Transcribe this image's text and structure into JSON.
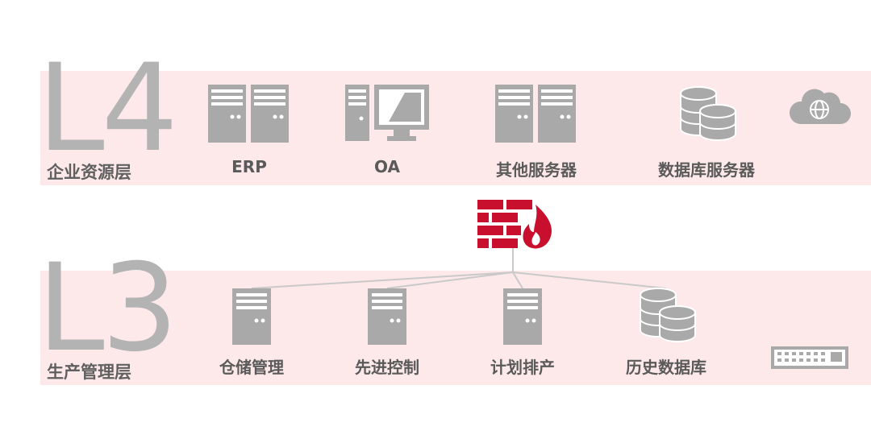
{
  "layers": [
    {
      "code": "L4",
      "name": "企业资源层",
      "nodes": [
        {
          "label": "ERP",
          "icon": "dual-server-icon"
        },
        {
          "label": "OA",
          "icon": "workstation-icon"
        },
        {
          "label": "其他服务器",
          "icon": "dual-server-icon"
        },
        {
          "label": "数据库服务器",
          "icon": "database-icon"
        },
        {
          "label": "",
          "icon": "cloud-globe-icon"
        }
      ]
    },
    {
      "code": "L3",
      "name": "生产管理层",
      "nodes": [
        {
          "label": "仓储管理",
          "icon": "server-tower-icon"
        },
        {
          "label": "先进控制",
          "icon": "server-tower-icon"
        },
        {
          "label": "计划排产",
          "icon": "server-tower-icon"
        },
        {
          "label": "历史数据库",
          "icon": "database-icon"
        },
        {
          "label": "",
          "icon": "network-switch-icon"
        }
      ]
    }
  ],
  "firewall": {
    "icon": "firewall-icon"
  },
  "colors": {
    "band": "#fde9ea",
    "text": "#5a5a5a",
    "icon": "#a9a9a9",
    "firewall": "#c8102e",
    "line": "#c9c9c9"
  }
}
